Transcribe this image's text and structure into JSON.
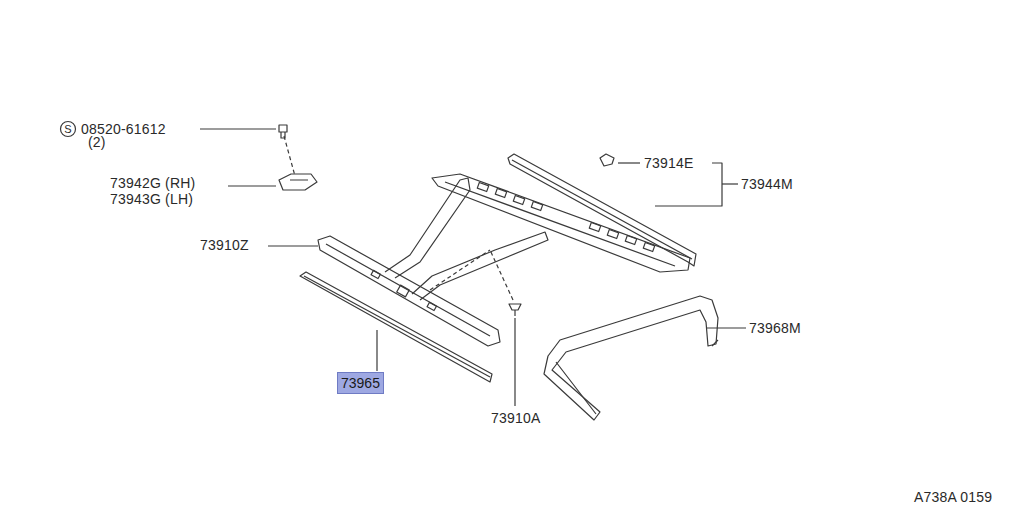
{
  "diagram": {
    "nodes": [
      {
        "text": [
          "73965"
        ]
      }
    ],
    "labels": [
      "S",
      "08520-61612",
      "(2)",
      "73942G (RH)",
      "73943G (LH)",
      "73910Z",
      "73914E",
      "73944M",
      "73968M",
      "73910A",
      "A738A 0159"
    ]
  }
}
